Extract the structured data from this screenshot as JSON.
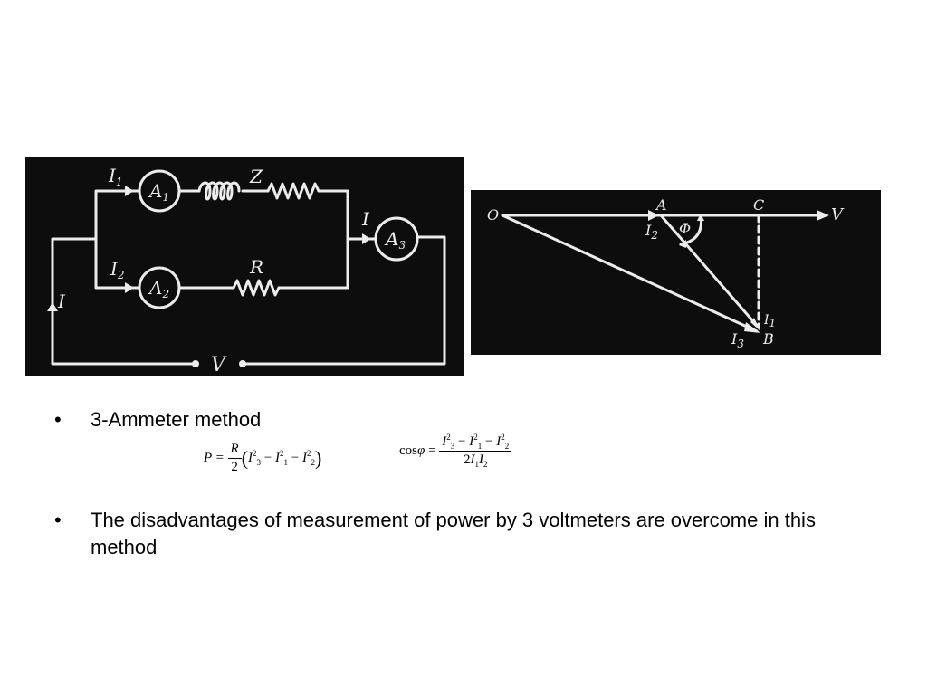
{
  "circuit": {
    "I1": "I",
    "I1_sub": "1",
    "A1": "A",
    "A1_sub": "1",
    "Z": "Z",
    "I_mid": "I",
    "A3": "A",
    "A3_sub": "3",
    "I2": "I",
    "I2_sub": "2",
    "A2": "A",
    "A2_sub": "2",
    "R": "R",
    "I_left": "I",
    "V": "V"
  },
  "phasor": {
    "O": "O",
    "A": "A",
    "C": "C",
    "V": "V",
    "I2": "I",
    "I2_sub": "2",
    "phi": "Φ",
    "I1": "I",
    "I1_sub": "1",
    "I3": "I",
    "I3_sub": "3",
    "B": "B"
  },
  "bullets": [
    {
      "marker": "•",
      "text": "3-Ammeter method"
    },
    {
      "marker": "•",
      "text": "The disadvantages of measurement of power by 3 voltmeters are overcome in this method"
    }
  ],
  "equations": {
    "power": {
      "lhs": "P =",
      "num": "R",
      "den": "2",
      "open": "(",
      "close": ")",
      "t1": "I",
      "t1_sub": "3",
      "t1_sup": "2",
      "minus1": " − ",
      "t2": "I",
      "t2_sub": "1",
      "t2_sup": "2",
      "minus2": " − ",
      "t3": "I",
      "t3_sub": "2",
      "t3_sup": "2"
    },
    "cosphi": {
      "lhs": "cos",
      "phi": "φ",
      "eq": " =",
      "n1": "I",
      "n1_sub": "3",
      "n1_sup": "2",
      "nminus1": " − ",
      "n2": "I",
      "n2_sub": "1",
      "n2_sup": "2",
      "nminus2": " − ",
      "n3": "I",
      "n3_sub": "2",
      "n3_sup": "2",
      "d_coef": "2",
      "d1": "I",
      "d1_sub": "1",
      "d2": "I",
      "d2_sub": "2"
    }
  }
}
